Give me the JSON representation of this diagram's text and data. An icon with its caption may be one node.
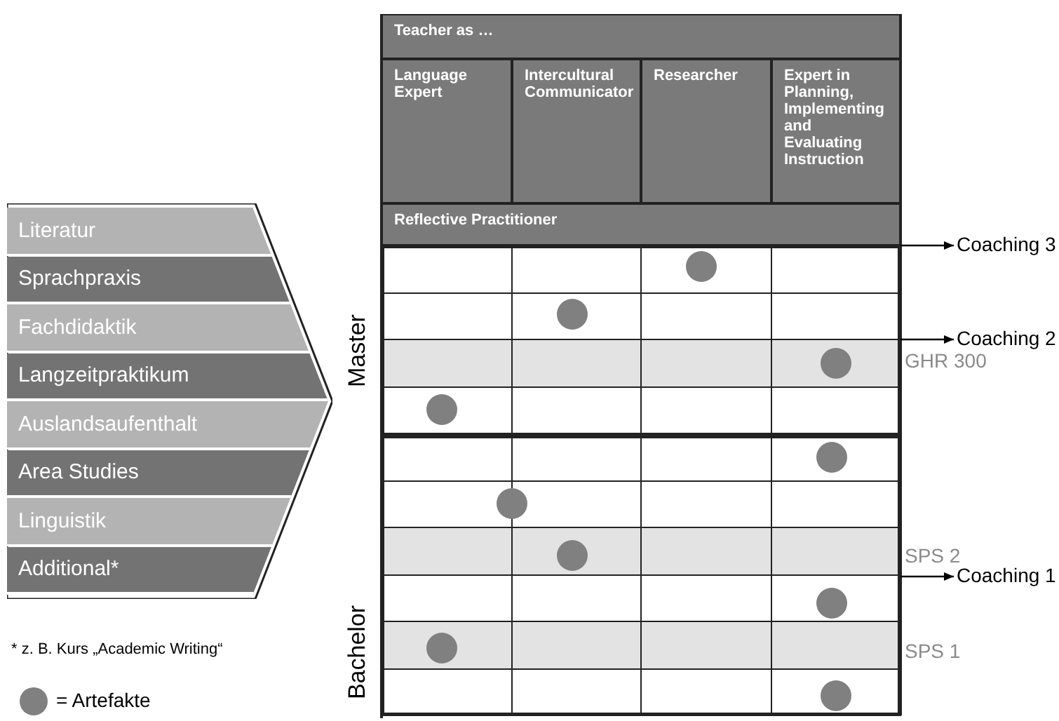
{
  "diagram": {
    "nodes": [
      {
        "text": [],
        "shape": "chevron"
      },
      {
        "text": [
          "Literatur"
        ],
        "in": 0
      },
      {
        "text": [
          "Sprachpraxis"
        ],
        "in": 0
      },
      {
        "text": [
          "Fachdidaktik"
        ],
        "in": 0
      },
      {
        "text": [
          "Langzeitpraktikum"
        ],
        "in": 0
      },
      {
        "text": [
          "Auslandsaufenthalt"
        ],
        "in": 0
      },
      {
        "text": [
          "Area Studies"
        ],
        "in": 0
      },
      {
        "text": [
          "Linguistik"
        ],
        "in": 0
      },
      {
        "text": [
          "Additional*"
        ],
        "in": 0
      },
      {
        "text": [
          "Teacher as …"
        ]
      },
      {
        "text": [
          "Language Expert"
        ]
      },
      {
        "text": [
          "Intercultural Communicator"
        ]
      },
      {
        "text": [
          "Researcher"
        ]
      },
      {
        "text": [
          "Expert in Planning, Implementing and Evaluating Instruction"
        ]
      },
      {
        "text": [
          "Reflective Practitioner"
        ]
      },
      {
        "text": [
          "Coaching 3"
        ]
      },
      {
        "text": [
          "Coaching 2"
        ]
      },
      {
        "text": [
          "Coaching 1"
        ]
      },
      {
        "text": [],
        "shape": "box"
      },
      {
        "text": [],
        "shape": "circle",
        "in": 18
      },
      {
        "text": [],
        "shape": "circle",
        "in": 18
      },
      {
        "text": [],
        "shape": "circle",
        "in": 18
      },
      {
        "text": [],
        "shape": "circle",
        "in": 18
      },
      {
        "text": [],
        "shape": "circle",
        "in": 18
      },
      {
        "text": [],
        "shape": "circle",
        "in": 18
      },
      {
        "text": [],
        "shape": "circle",
        "in": 18
      },
      {
        "text": [],
        "shape": "circle",
        "in": 18
      },
      {
        "text": [],
        "shape": "circle",
        "in": 18
      },
      {
        "text": [],
        "shape": "circle",
        "in": 18
      }
    ],
    "edges": [
      {
        "from": 14,
        "to": 15,
        "arrow": "to"
      },
      {
        "from": 18,
        "to": 16,
        "arrow": "to"
      },
      {
        "from": 18,
        "to": 17,
        "arrow": "to"
      }
    ],
    "labels": [
      "Master",
      "GHR 300",
      "SPS 2",
      "Bachelor",
      "SPS 1",
      "* z. B. Kurs „Academic Writing“"
    ],
    "legend": [
      {
        "text": "= Artefakte",
        "color": "#808080"
      }
    ]
  }
}
